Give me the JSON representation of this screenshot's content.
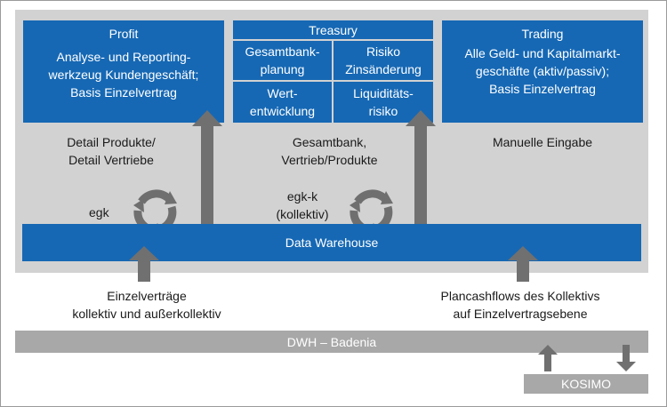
{
  "profit": {
    "title": "Profit",
    "line1": "Analyse- und Reporting-",
    "line2": "werkzeug Kundengeschäft;",
    "line3": "Basis Einzelvertrag"
  },
  "treasury": {
    "title": "Treasury",
    "cell1a": "Gesamtbank-",
    "cell1b": "planung",
    "cell2a": "Risiko",
    "cell2b": "Zinsänderung",
    "cell3a": "Wert-",
    "cell3b": "entwicklung",
    "cell4a": "Liquiditäts-",
    "cell4b": "risiko"
  },
  "trading": {
    "title": "Trading",
    "line1": "Alle Geld- und Kapitalmarkt-",
    "line2": "geschäfte (aktiv/passiv);",
    "line3": "Basis Einzelvertrag"
  },
  "captions": {
    "left1": "Detail Produkte/",
    "left2": "Detail Vertriebe",
    "mid1": "Gesamtbank,",
    "mid2": "Vertrieb/Produkte",
    "right": "Manuelle Eingabe",
    "egk": "egk",
    "egkk1": "egk-k",
    "egkk2": "(kollektiv)"
  },
  "dwh_label": "Data Warehouse",
  "bottom": {
    "left1": "Einzelverträge",
    "left2": "kollektiv und außerkollektiv",
    "right1": "Plancashflows des Kollektivs",
    "right2": "auf Einzelvertragsebene"
  },
  "badenia_label": "DWH – Badenia",
  "kosimo_label": "KOSIMO",
  "colors": {
    "blue": "#1668b4",
    "panel": "#d2d2d2",
    "arrow": "#707070",
    "bar": "#a8a8a8"
  }
}
